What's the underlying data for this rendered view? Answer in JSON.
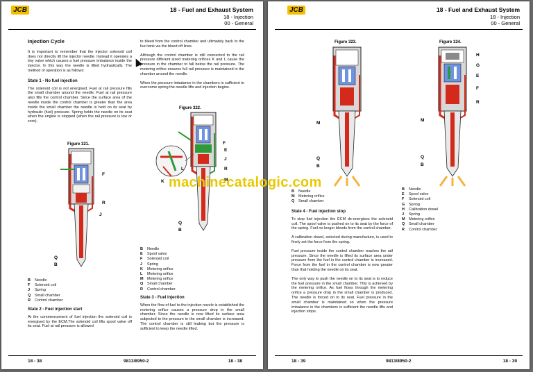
{
  "left_page": {
    "logo": "JCB",
    "header": {
      "title": "18 - Fuel and Exhaust System",
      "subtitle": "18 - Injection",
      "section": "00 - General"
    },
    "col1": {
      "heading": "Injection Cycle",
      "intro": "It is important to remember that the injector solenoid coil does not directly lift the injector needle. Instead it operates a tiny valve which causes a fuel pressure imbalance inside the injector. In this way the needle is lifted hydraulically. The method of operation is as follows:",
      "state1_heading": "State 1 - No fuel injection",
      "state1_text": "The solenoid coil is not energised. Fuel at rail pressure fills the small chamber around the needle. Fuel at rail pressure also fills the control chamber. Since the surface area of the needle inside the control chamber is greater than the area inside the small chamber the needle is held on its seat by hydraulic (fuel) pressure. Spring holds the needle on its seat when the engine is stopped (when the rail pressure is low or zero).",
      "figure_label": "Figure 321.",
      "legend": [
        {
          "key": "B",
          "label": "Needle"
        },
        {
          "key": "F",
          "label": "Solenoid coil"
        },
        {
          "key": "J",
          "label": "Spring"
        },
        {
          "key": "Q",
          "label": "Small chamber"
        },
        {
          "key": "R",
          "label": "Control chamber"
        }
      ],
      "state2_heading": "State 2 - Fuel injection start",
      "state2_text": "At the commencement of fuel injection the solenoid coil is energised by the ECM.The solenoid coil lifts spool valve off its seat. Fuel at rail pressure is allowed"
    },
    "col2": {
      "p1": "to bleed from the control chamber and ultimately back to the fuel tank via the bleed off lines.",
      "p2": "Although the control chamber is still connected to the rail pressure different sized metering orifices K and L cause the pressure in the chamber to fall below the rail pressure. The metering orifice ensures full rail pressure is maintained in the chamber around the needle.",
      "p3": "When the pressure imbalance in the chambers is sufficient to overcome spring the needle lifts and injection begins.",
      "figure_label": "Figure 322.",
      "legend": [
        {
          "key": "B",
          "label": "Needle"
        },
        {
          "key": "E",
          "label": "Spool valve"
        },
        {
          "key": "F",
          "label": "Solenoid coil"
        },
        {
          "key": "J",
          "label": "Spring"
        },
        {
          "key": "K",
          "label": "Metering orifice"
        },
        {
          "key": "L",
          "label": "Metering orifice"
        },
        {
          "key": "M",
          "label": "Metering orifice"
        },
        {
          "key": "Q",
          "label": "Small chamber"
        },
        {
          "key": "R",
          "label": "Control chamber"
        }
      ],
      "state3_heading": "State 3 - Fuel injection",
      "state3_text": "When the flow of fuel to the injection nozzle is established the metering orifice causes a pressure drop in the small chamber. Since the needle is now lifted its surface area subjected to the pressure in the small chamber is increased. The control chamber is still leaking but the pressure is sufficient to keep the needle lifted."
    },
    "footer": {
      "left": "18 - 38",
      "center": "9813/8950-2",
      "right": "18 - 38"
    }
  },
  "right_page": {
    "logo": "JCB",
    "header": {
      "title": "18 - Fuel and Exhaust System",
      "subtitle": "18 - Injection",
      "section": "00 - General"
    },
    "figure_a_label": "Figure 323.",
    "figure_b_label": "Figure 324.",
    "legend_left": [
      {
        "key": "B",
        "label": "Needle"
      },
      {
        "key": "M",
        "label": "Metering orifice"
      },
      {
        "key": "Q",
        "label": "Small chamber"
      }
    ],
    "state4_heading": "State 4 - Fuel injection stop",
    "state4_p1": "To stop fuel injection the ECM de-energises the solenoid coil. The spool valve is pushed on to its seat by the force of the spring. Fuel no longer bleeds from the control chamber.",
    "state4_p2": "A calibration dowel, selected during manufacture, is used to finely set the force from the spring.",
    "state4_p3": "Fuel pressure inside the control chamber reaches the rail pressure. Since the needle is lifted its surface area under pressure from the fuel in the control chamber is increased. Force from the fuel in the control chamber is now greater than that holding the needle on its seat.",
    "state4_p4": "The only way to push the needle on to its seat is to reduce the fuel pressure in the small chamber. This is achieved by the metering orifice. As fuel flows through the metering orifice a pressure drop in the small chamber is produced. The needle is forced on to its seat. Fuel pressure in the small chamber is maintained so when the pressure imbalance in the chambers is sufficient the needle lifts and injection stops.",
    "legend_right": [
      {
        "key": "B",
        "label": "Needle"
      },
      {
        "key": "E",
        "label": "Spool valve"
      },
      {
        "key": "F",
        "label": "Solenoid coil"
      },
      {
        "key": "G",
        "label": "Spring"
      },
      {
        "key": "H",
        "label": "Calibration dowel"
      },
      {
        "key": "J",
        "label": "Spring"
      },
      {
        "key": "M",
        "label": "Metering orifice"
      },
      {
        "key": "Q",
        "label": "Small chamber"
      },
      {
        "key": "R",
        "label": "Control chamber"
      }
    ],
    "footer": {
      "left": "18 - 39",
      "center": "9813/8950-2",
      "right": "18 - 39"
    }
  },
  "watermark": "machinecatalogic.com",
  "colors": {
    "fuel_high": "#d42a1c",
    "fuel_low": "#2e9a3a",
    "solenoid": "#3f6fd0",
    "logo": "#f3c000",
    "spray": "#f4b43c"
  }
}
